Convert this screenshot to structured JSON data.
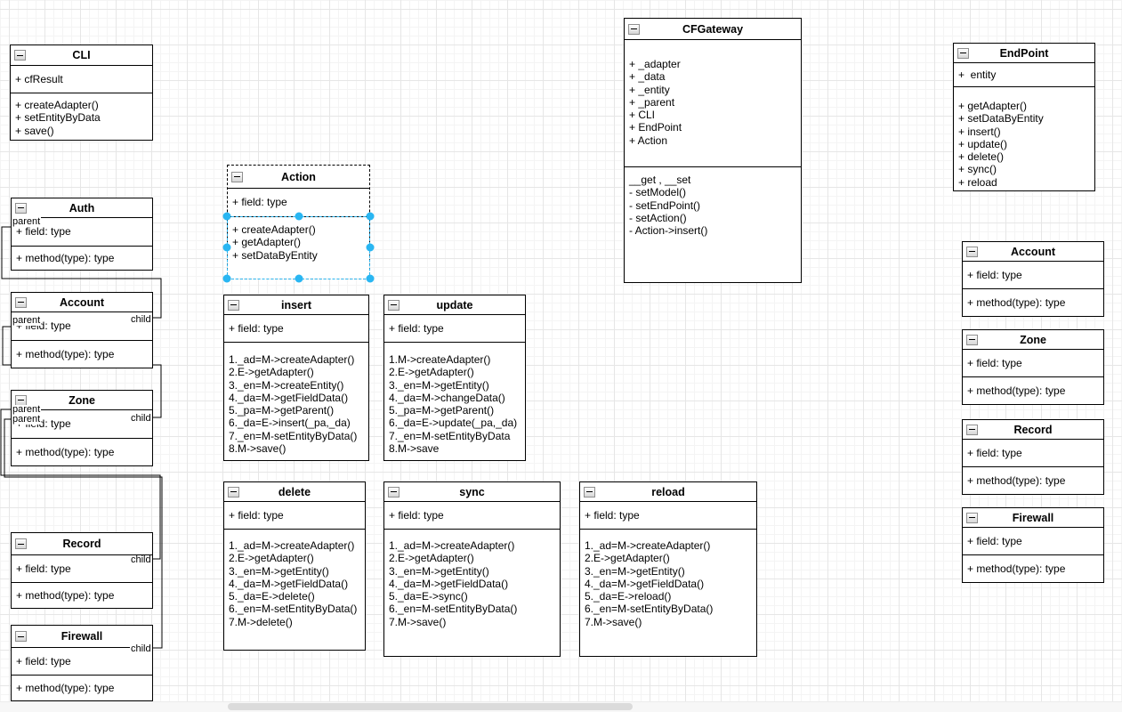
{
  "labels": {
    "parent": "parent",
    "child": "child"
  },
  "colors": {
    "selection": "#29b6f2",
    "connector": "#000000"
  },
  "classes": [
    {
      "name": "CLI",
      "fields": [
        "+ cfResult"
      ],
      "methods": [
        "+ createAdapter()",
        "+ setEntityByData",
        "+ save()"
      ]
    },
    {
      "name": "Auth",
      "fields": [
        "+ field: type"
      ],
      "methods": [
        "+ method(type): type"
      ]
    },
    {
      "name": "Account",
      "fields": [
        "+ field: type"
      ],
      "methods": [
        "+ method(type): type"
      ]
    },
    {
      "name": "Zone",
      "fields": [
        "+ field: type"
      ],
      "methods": [
        "+ method(type): type"
      ]
    },
    {
      "name": "Record",
      "fields": [
        "+ field: type"
      ],
      "methods": [
        "+ method(type): type"
      ]
    },
    {
      "name": "Firewall",
      "fields": [
        "+ field: type"
      ],
      "methods": [
        "+ method(type): type"
      ]
    },
    {
      "name": "Action",
      "fields": [
        "+ field: type"
      ],
      "methods": [
        "+ createAdapter()",
        "+ getAdapter()",
        "+ setDataByEntity"
      ]
    },
    {
      "name": "insert",
      "fields": [
        "+ field: type"
      ],
      "methods": [
        "1._ad=M->createAdapter()",
        "2.E->getAdapter()",
        "3._en=M->createEntity()",
        "4._da=M->getFieldData()",
        "5._pa=M->getParent()",
        "6._da=E->insert(_pa,_da)",
        "7._en=M-setEntityByData()",
        "8.M->save()"
      ]
    },
    {
      "name": "update",
      "fields": [
        "+ field: type"
      ],
      "methods": [
        "1.M->createAdapter()",
        "2.E->getAdapter()",
        "3._en=M->getEntity()",
        "4._da=M->changeData()",
        "5._pa=M->getParent()",
        "6._da=E->update(_pa,_da)",
        "7._en=M-setEntityByData",
        "8.M->save"
      ]
    },
    {
      "name": "delete",
      "fields": [
        "+ field: type"
      ],
      "methods": [
        "1._ad=M->createAdapter()",
        "2.E->getAdapter()",
        "3._en=M->getEntity()",
        "4._da=M->getFieldData()",
        "5._da=E->delete()",
        "6._en=M-setEntityByData()",
        "7.M->delete()"
      ]
    },
    {
      "name": "sync",
      "fields": [
        "+ field: type"
      ],
      "methods": [
        "1._ad=M->createAdapter()",
        "2.E->getAdapter()",
        "3._en=M->getEntity()",
        "4._da=M->getFieldData()",
        "5._da=E->sync()",
        "6._en=M-setEntityByData()",
        "7.M->save()"
      ]
    },
    {
      "name": "reload",
      "fields": [
        "+ field: type"
      ],
      "methods": [
        "1._ad=M->createAdapter()",
        "2.E->getAdapter()",
        "3._en=M->getEntity()",
        "4._da=M->getFieldData()",
        "5._da=E->reload()",
        "6._en=M-setEntityByData()",
        "7.M->save()"
      ]
    },
    {
      "name": "CFGateway",
      "fields": [
        "+ _adapter",
        "+ _data",
        "+ _entity",
        "+ _parent",
        "+ CLI",
        "+ EndPoint",
        "+ Action"
      ],
      "methods": [
        "__get , __set",
        "- setModel()",
        "- setEndPoint()",
        "- setAction()",
        "- Action->insert()"
      ]
    },
    {
      "name": "EndPoint",
      "fields": [
        "+  entity"
      ],
      "methods": [
        "+ getAdapter()",
        "+ setDataByEntity",
        "+ insert()",
        "+ update()",
        "+ delete()",
        "+ sync()",
        "+ reload"
      ]
    },
    {
      "name": "Account",
      "fields": [
        "+ field: type"
      ],
      "methods": [
        "+ method(type): type"
      ]
    },
    {
      "name": "Zone",
      "fields": [
        "+ field: type"
      ],
      "methods": [
        "+ method(type): type"
      ]
    },
    {
      "name": "Record",
      "fields": [
        "+ field: type"
      ],
      "methods": [
        "+ method(type): type"
      ]
    },
    {
      "name": "Firewall",
      "fields": [
        "+ field: type"
      ],
      "methods": [
        "+ method(type): type"
      ]
    }
  ]
}
